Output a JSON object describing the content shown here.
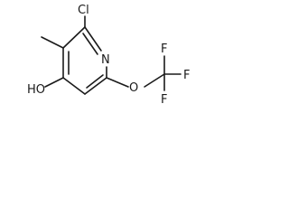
{
  "molecule": {
    "labels": {
      "chlorine": "Cl",
      "nitrogen": "N",
      "hydroxyl": "HO",
      "oxygen": "O",
      "fluorine_top": "F",
      "fluorine_right": "F",
      "fluorine_bottom": "F"
    }
  }
}
